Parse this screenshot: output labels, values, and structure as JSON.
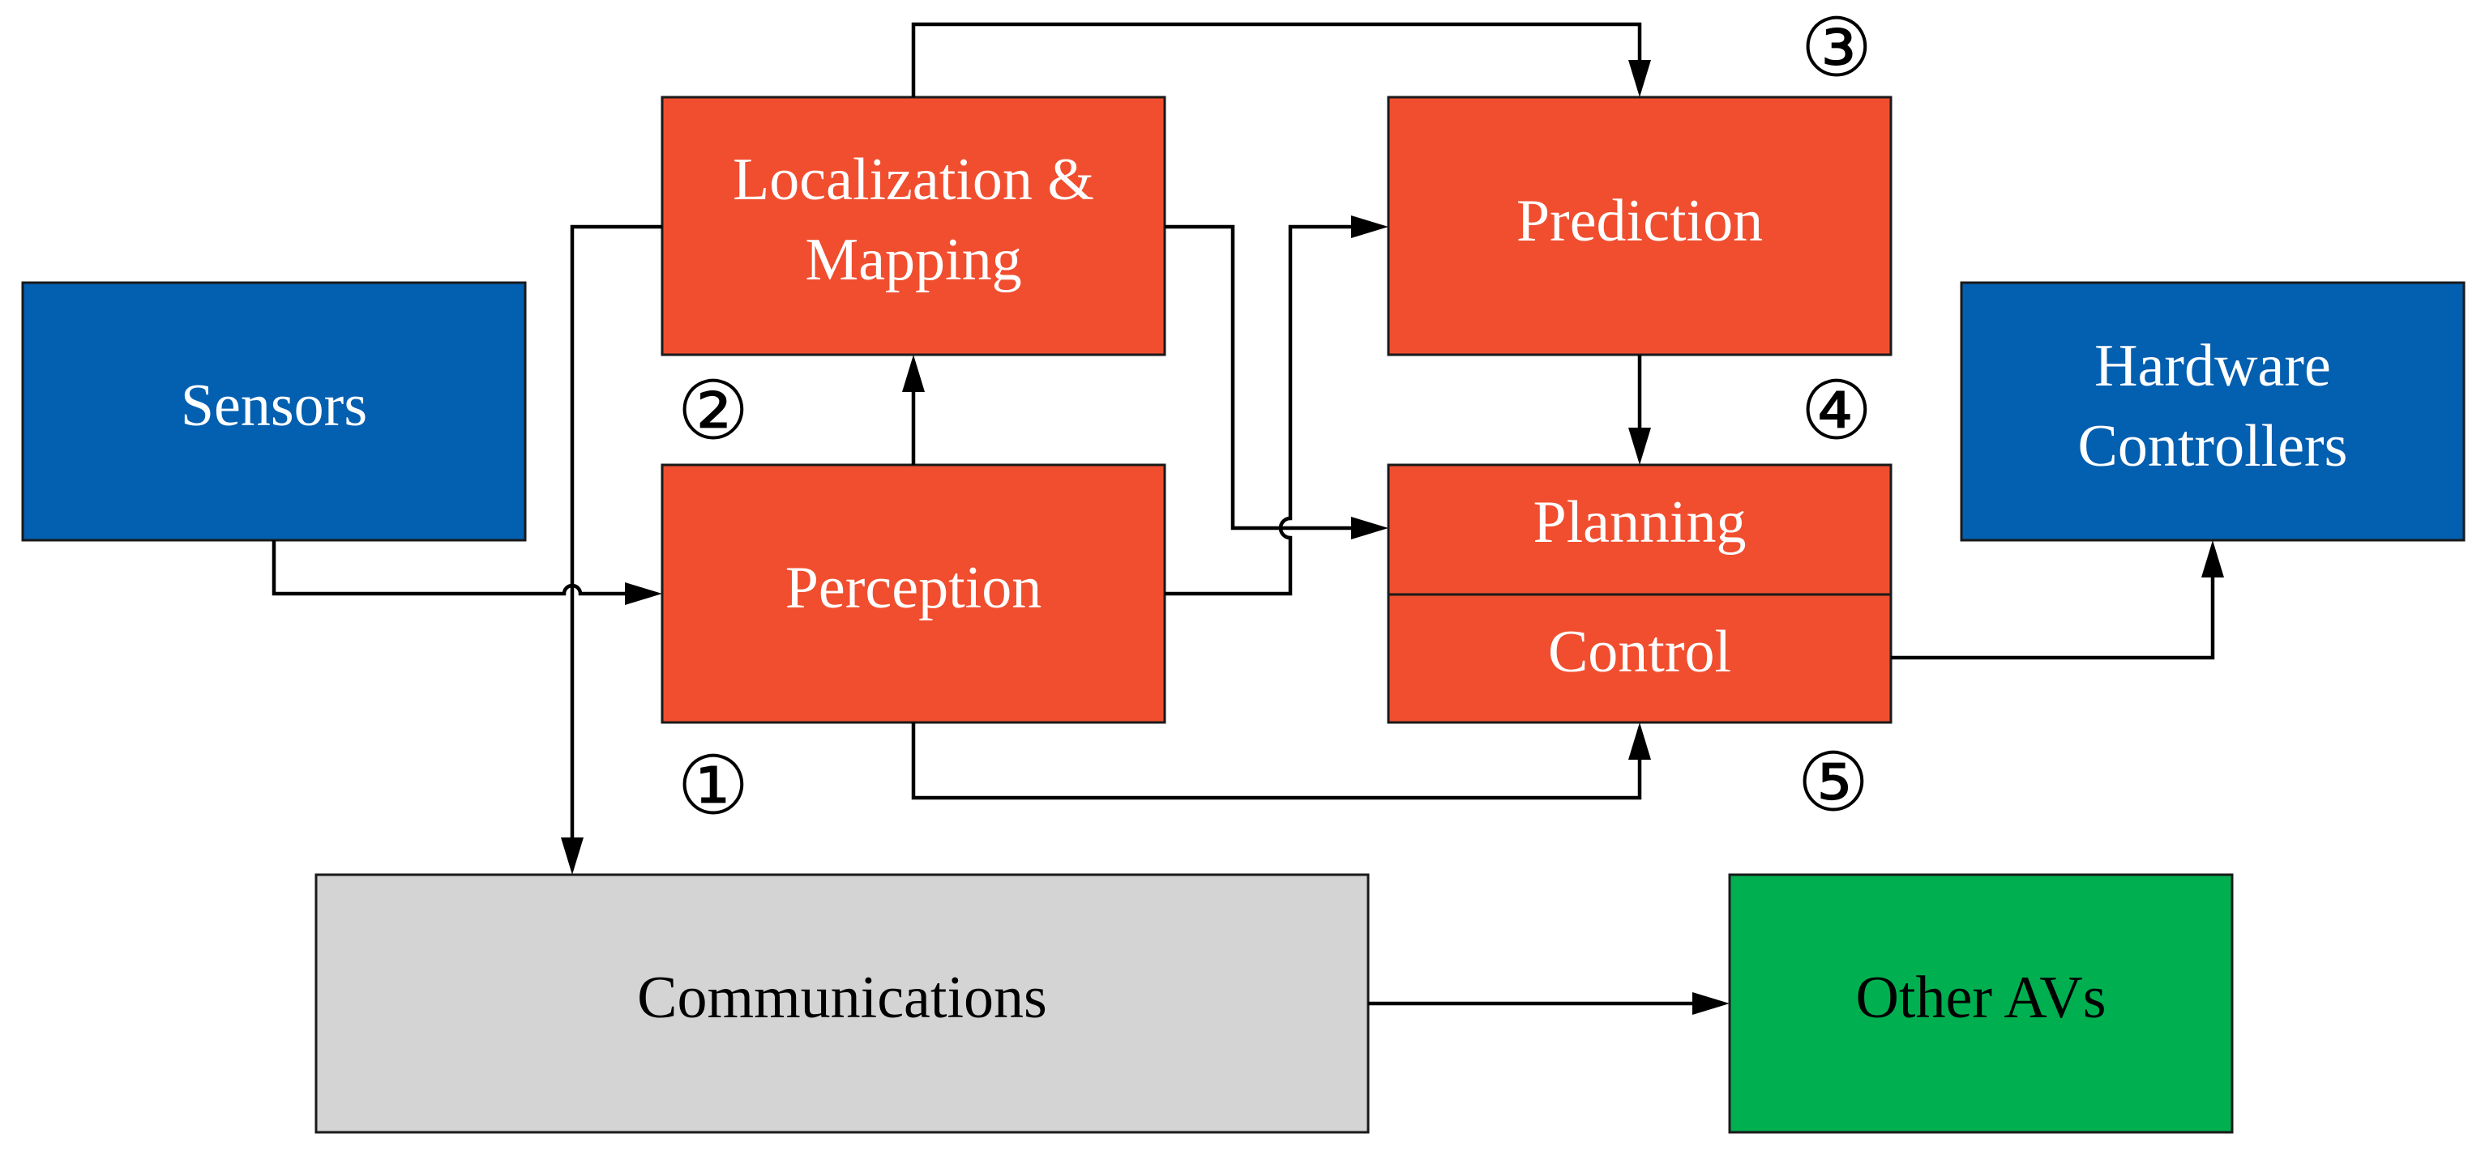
{
  "nodes": {
    "sensors": {
      "label": "Sensors"
    },
    "localization": {
      "label_line1": "Localization &",
      "label_line2": "Mapping"
    },
    "perception": {
      "label": "Perception"
    },
    "prediction": {
      "label": "Prediction"
    },
    "planning": {
      "label": "Planning"
    },
    "control": {
      "label": "Control"
    },
    "hardware": {
      "label_line1": "Hardware",
      "label_line2": "Controllers"
    },
    "communications": {
      "label": "Communications"
    },
    "other_avs": {
      "label": "Other AVs"
    }
  },
  "markers": [
    "①",
    "②",
    "③",
    "④",
    "⑤"
  ],
  "colors": {
    "orange": "#F04E2F",
    "blue": "#035FB0",
    "gray": "#D4D4D4",
    "green": "#00B050"
  },
  "edges": [
    {
      "from": "sensors",
      "to": "perception"
    },
    {
      "from": "perception",
      "to": "localization"
    },
    {
      "from": "localization",
      "to": "prediction"
    },
    {
      "from": "localization",
      "to": "planning"
    },
    {
      "from": "localization",
      "to": "communications"
    },
    {
      "from": "perception",
      "to": "prediction"
    },
    {
      "from": "perception",
      "to": "control"
    },
    {
      "from": "prediction",
      "to": "planning"
    },
    {
      "from": "control",
      "to": "hardware"
    },
    {
      "from": "communications",
      "to": "other_avs"
    }
  ]
}
